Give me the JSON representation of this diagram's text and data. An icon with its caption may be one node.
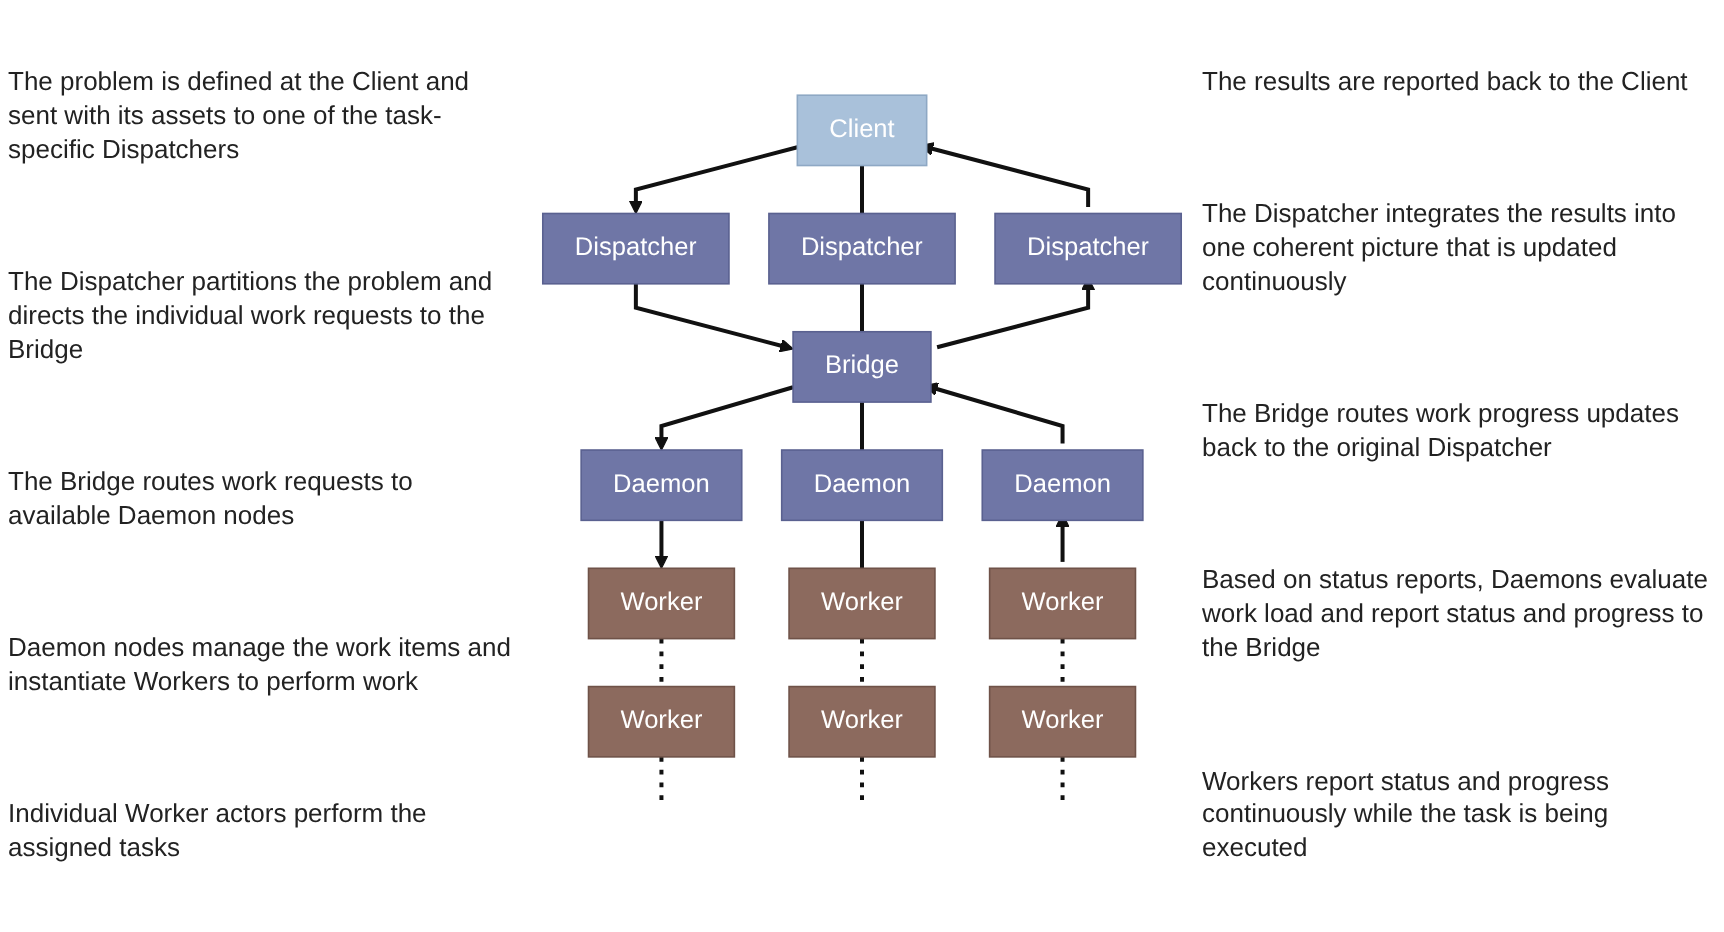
{
  "diagram": {
    "nodes": [
      {
        "text": [
          "Client"
        ]
      },
      {
        "text": [
          "Dispatcher"
        ]
      },
      {
        "text": [
          "Dispatcher"
        ]
      },
      {
        "text": [
          "Dispatcher"
        ]
      },
      {
        "text": [
          "Bridge"
        ]
      },
      {
        "text": [
          "Daemon"
        ]
      },
      {
        "text": [
          "Daemon"
        ]
      },
      {
        "text": [
          "Daemon"
        ]
      },
      {
        "text": [
          "Worker"
        ]
      },
      {
        "text": [
          "Worker"
        ]
      },
      {
        "text": [
          "Worker"
        ]
      },
      {
        "text": [
          "Worker"
        ]
      },
      {
        "text": [
          "Worker"
        ]
      },
      {
        "text": [
          "Worker"
        ]
      }
    ],
    "edges": [
      {
        "from": 0,
        "to": 1,
        "arrow": "to"
      },
      {
        "from": 0,
        "to": 2,
        "arrow": "none"
      },
      {
        "from": 3,
        "to": 0,
        "arrow": "to"
      },
      {
        "from": 1,
        "to": 4,
        "arrow": "to"
      },
      {
        "from": 2,
        "to": 4,
        "arrow": "none"
      },
      {
        "from": 4,
        "to": 3,
        "arrow": "to"
      },
      {
        "from": 4,
        "to": 5,
        "arrow": "to"
      },
      {
        "from": 4,
        "to": 6,
        "arrow": "none"
      },
      {
        "from": 7,
        "to": 4,
        "arrow": "to"
      },
      {
        "from": 5,
        "to": 8,
        "arrow": "to"
      },
      {
        "from": 6,
        "to": 9,
        "arrow": "none"
      },
      {
        "from": 10,
        "to": 7,
        "arrow": "to"
      },
      {
        "from": 8,
        "to": 11,
        "arrow": "none",
        "style": "dashed"
      },
      {
        "from": 9,
        "to": 12,
        "arrow": "none",
        "style": "dashed"
      },
      {
        "from": 10,
        "to": 13,
        "arrow": "none",
        "style": "dashed"
      },
      {
        "from": 11,
        "to": null,
        "arrow": "none",
        "style": "dashed"
      },
      {
        "from": 12,
        "to": null,
        "arrow": "none",
        "style": "dashed"
      },
      {
        "from": 13,
        "to": null,
        "arrow": "none",
        "style": "dashed"
      }
    ],
    "labels": [
      "The problem is defined at the Client and sent with its assets to one of the task-specific Dispatchers",
      "The results are reported back to the Client",
      "The Dispatcher partitions the problem and directs the individual work requests to the Bridge",
      "The Dispatcher integrates the results into one coherent picture that is updated continuously",
      "The Bridge routes work requests to available Daemon nodes",
      "The Bridge routes work progress updates back to the original Dispatcher",
      "Daemon nodes manage the work items and instantiate Workers to perform work",
      "Based on status reports, Daemons evaluate work load and report status and progress to the Bridge",
      "Individual Worker actors perform the assigned tasks",
      "Workers report status and progress continuously while the task is being executed"
    ]
  }
}
